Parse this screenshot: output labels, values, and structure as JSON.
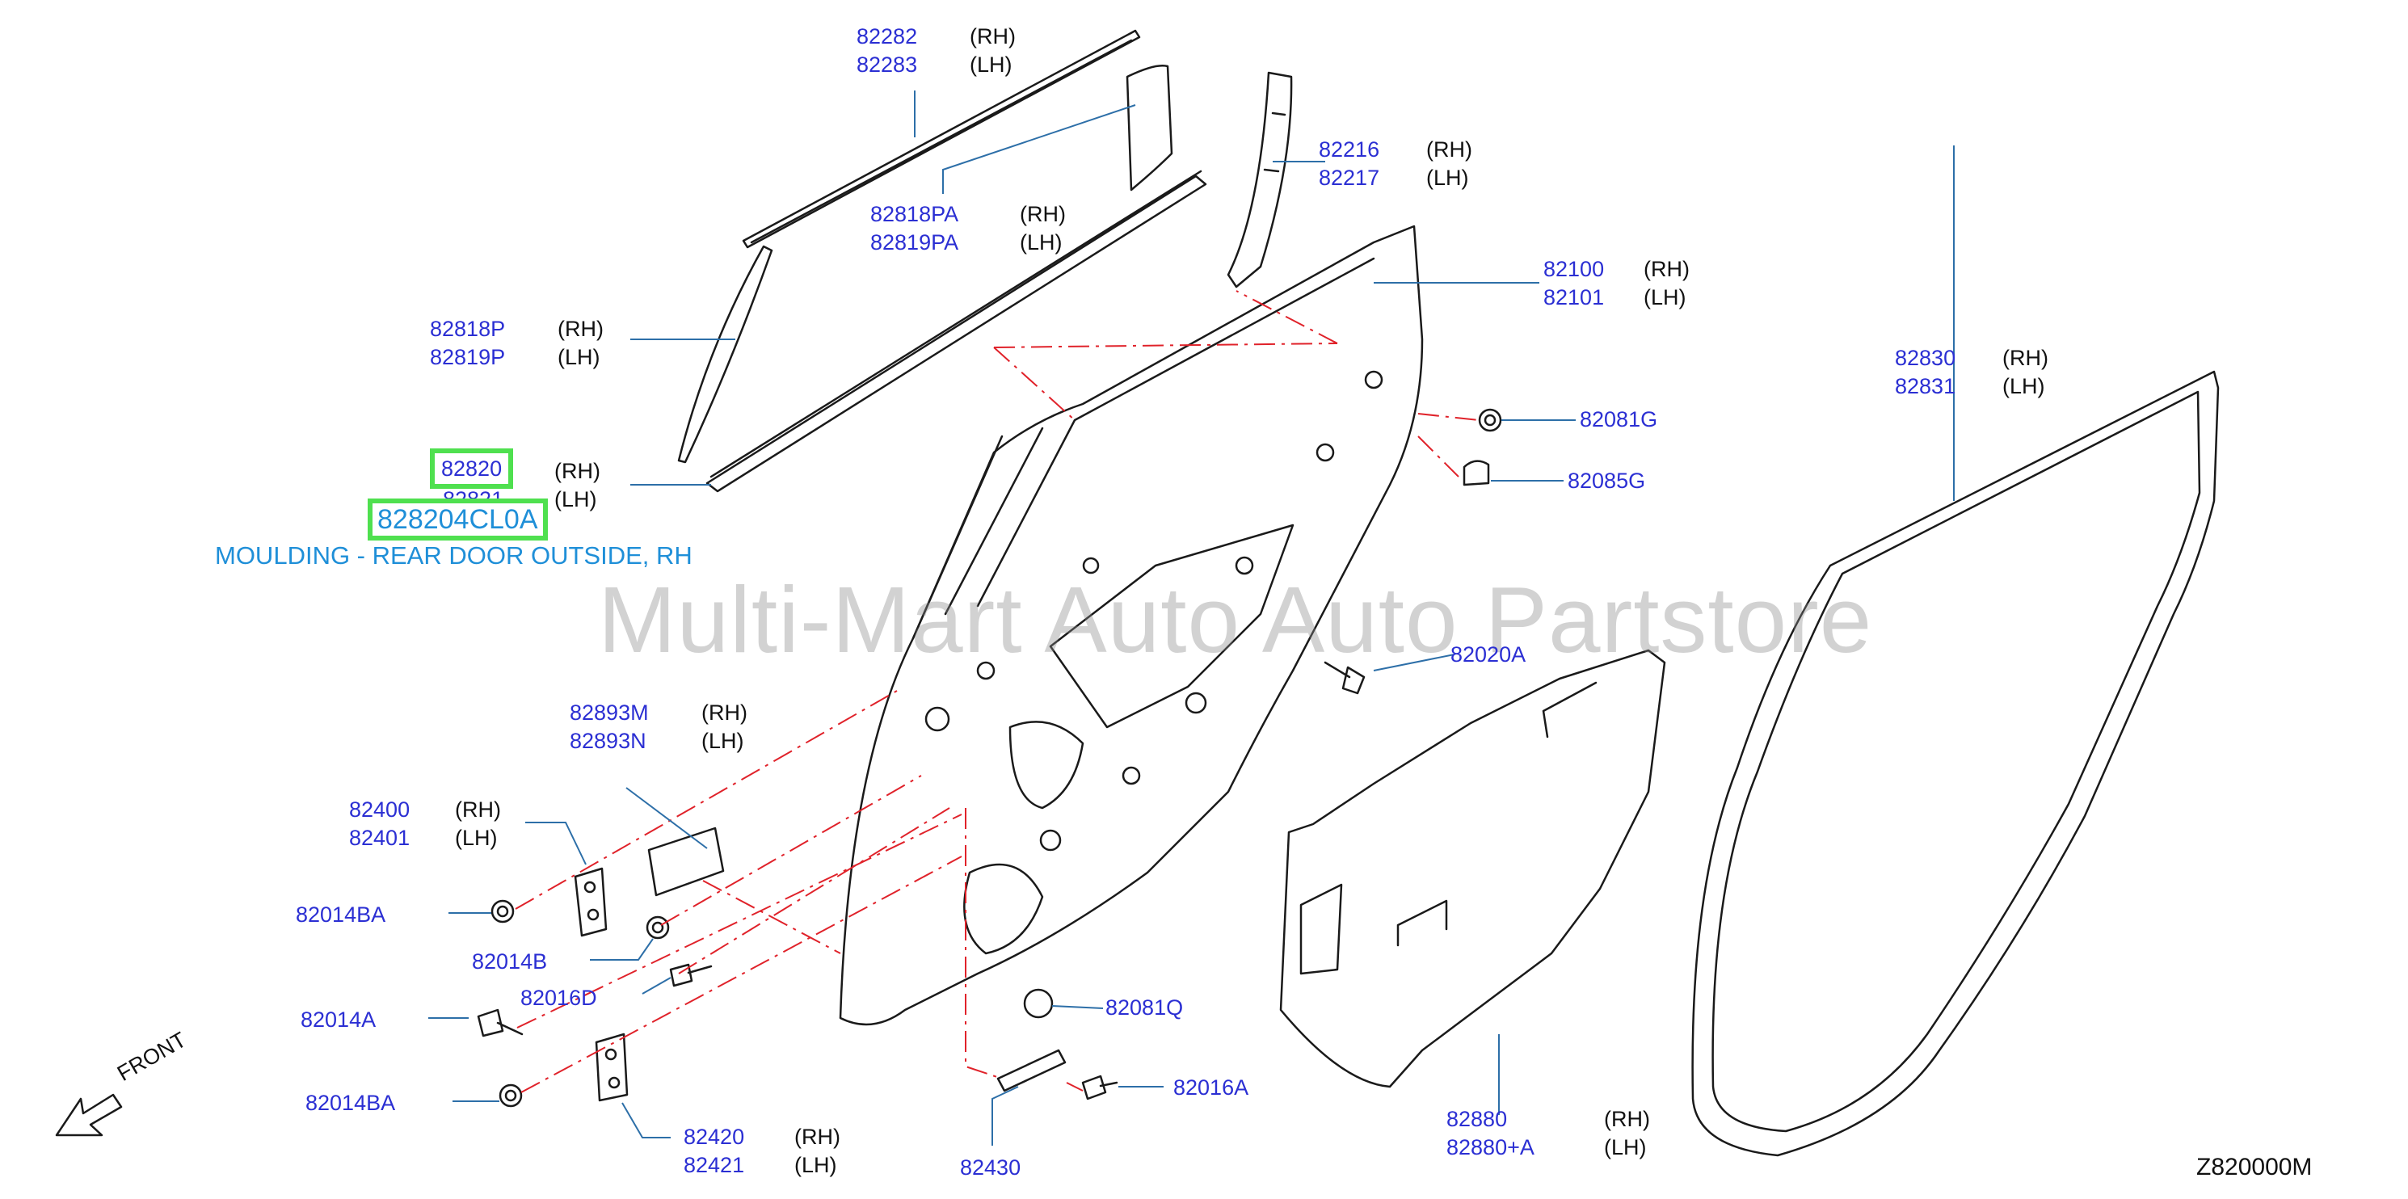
{
  "watermark": "Multi-Mart Auto Auto Partstore",
  "diagram_code": "Z820000M",
  "front_label": "FRONT",
  "selected_part": {
    "number": "82820",
    "part_code": "828204CL0A",
    "description": "MOULDING - REAR DOOR OUTSIDE, RH"
  },
  "labels": {
    "p82282": "82282",
    "p82283": "82283",
    "p82818PA": "82818PA",
    "p82819PA": "82819PA",
    "p82216": "82216",
    "p82217": "82217",
    "p82100": "82100",
    "p82101": "82101",
    "p82818P": "82818P",
    "p82819P": "82819P",
    "p82821": "82821",
    "p82081G": "82081G",
    "p82085G": "82085G",
    "p82830": "82830",
    "p82831": "82831",
    "p82020A": "82020A",
    "p82893M": "82893M",
    "p82893N": "82893N",
    "p82400": "82400",
    "p82401": "82401",
    "p82014BA_1": "82014BA",
    "p82014B": "82014B",
    "p82016D": "82016D",
    "p82014A": "82014A",
    "p82081Q": "82081Q",
    "p82016A": "82016A",
    "p82014BA_2": "82014BA",
    "p82880": "82880",
    "p82880A": "82880+A",
    "p82420": "82420",
    "p82421": "82421",
    "p82430": "82430"
  },
  "sides": {
    "rh": "(RH)",
    "lh": "(LH)"
  },
  "colors": {
    "part_number": "#2b2fd3",
    "highlight_border": "#4fe04f",
    "description": "#1f8fd8",
    "guide_line": "#e0222a",
    "leader_line": "#2d6fa8"
  }
}
